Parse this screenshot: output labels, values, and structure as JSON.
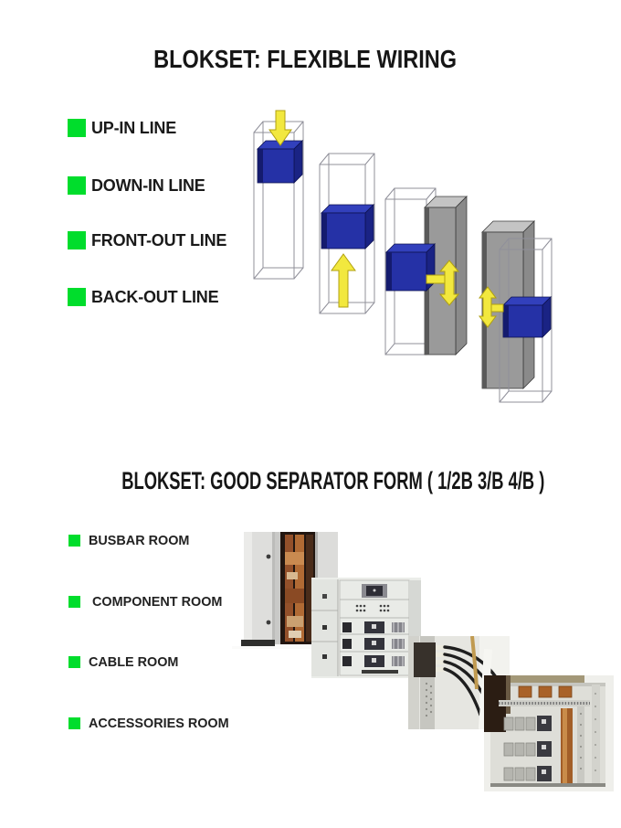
{
  "page": {
    "background": "#ffffff",
    "accent_green": "#00dd2c"
  },
  "flexible_wiring": {
    "title": "BLOKSET: FLEXIBLE WIRING",
    "legend": [
      "UP-IN LINE",
      "DOWN-IN LINE",
      "FRONT-OUT LINE",
      "BACK-OUT LINE"
    ],
    "cabinets": [
      {
        "name": "up-in line",
        "arrow": "yellow arrow pointing down into cabinet top"
      },
      {
        "name": "down-in line",
        "arrow": "yellow arrow pointing up into cabinet bottom"
      },
      {
        "name": "front-out line",
        "arrow": "yellow double-headed arrow at cabinet front"
      },
      {
        "name": "back-out line",
        "arrow": "yellow double-headed arrow at cabinet back"
      }
    ],
    "colors": {
      "cube_front": "#2531a6",
      "cube_top": "#3240bc",
      "cube_side": "#141b6e",
      "arrow_yellow": "#f2e83e",
      "panel_gray": "#9a9a9a",
      "wireframe": "#90909a"
    }
  },
  "good_separator": {
    "title": "BLOKSET: GOOD SEPARATOR FORM ( 1/2B 3/B 4/B )",
    "legend": [
      "BUSBAR ROOM",
      "COMPONENT ROOM",
      "CABLE ROOM",
      "ACCESSORIES ROOM"
    ],
    "photos": [
      "busbar room cabinet",
      "component room cabinet",
      "cable room cabling",
      "accessories room interior"
    ]
  }
}
